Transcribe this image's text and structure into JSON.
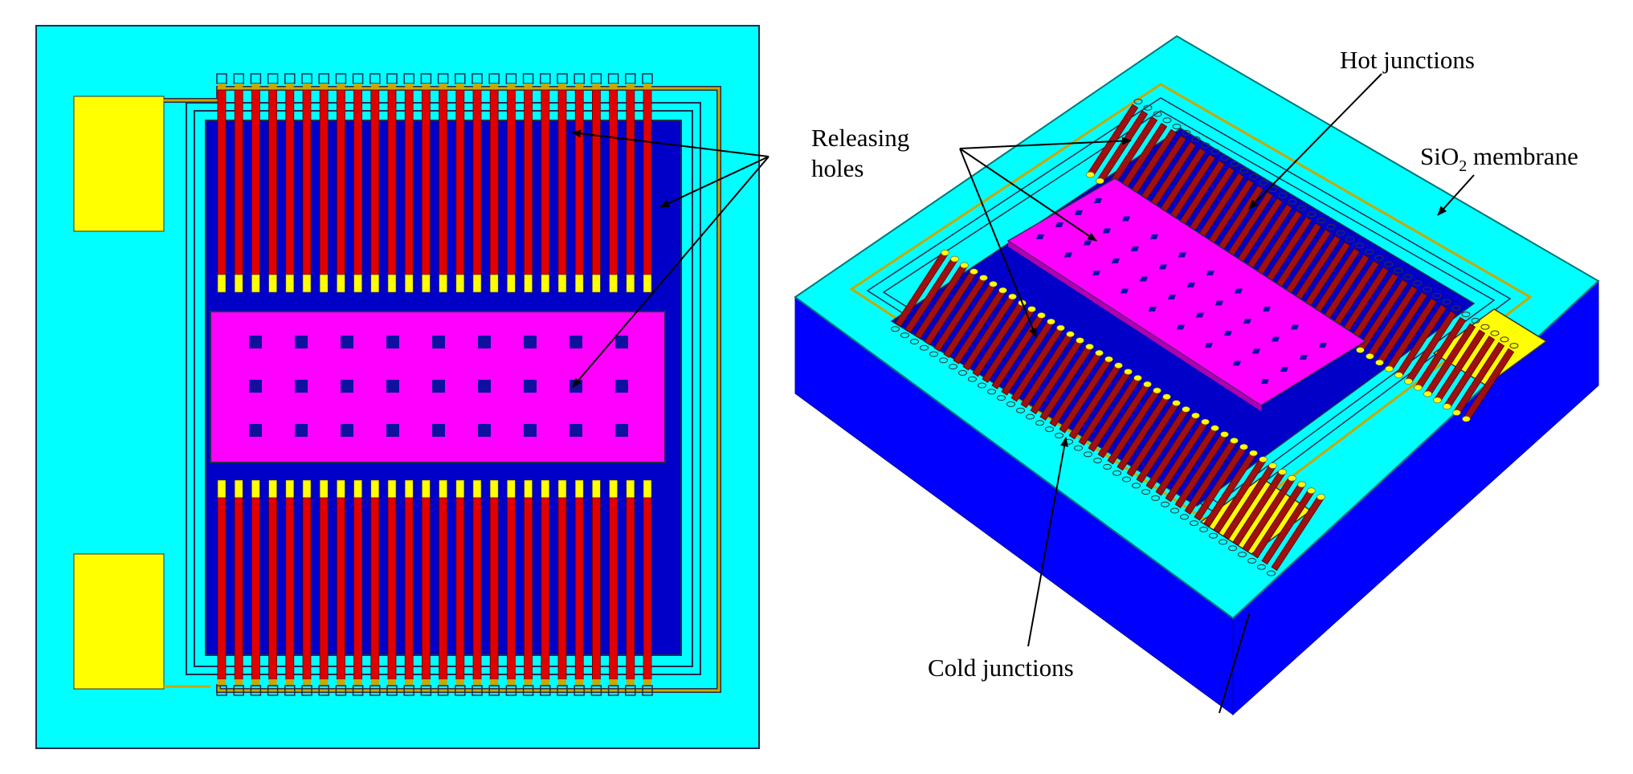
{
  "labels": {
    "releasing_line1": "Releasing",
    "releasing_line2": "holes",
    "hot_junctions": "Hot junctions",
    "sio2_prefix": "SiO",
    "sio2_sub": "2",
    "sio2_suffix": " membrane",
    "cold_junctions": "Cold junctions"
  },
  "layout_stats": {
    "strips_per_row": 26,
    "hole_rows": 3,
    "hole_cols": 9
  },
  "colors": {
    "substrate": "#00ffff",
    "membrane": "#0000c8",
    "pad": "#ffff00",
    "heat_absorber": "#ff00ff",
    "polysilicon": "#e00000",
    "polysilicon_3d": "#a01010",
    "hole": "#1010a0",
    "frame_line": "#1f2f4f",
    "gold_line": "#c8a800",
    "box_side": "#0000ff"
  }
}
